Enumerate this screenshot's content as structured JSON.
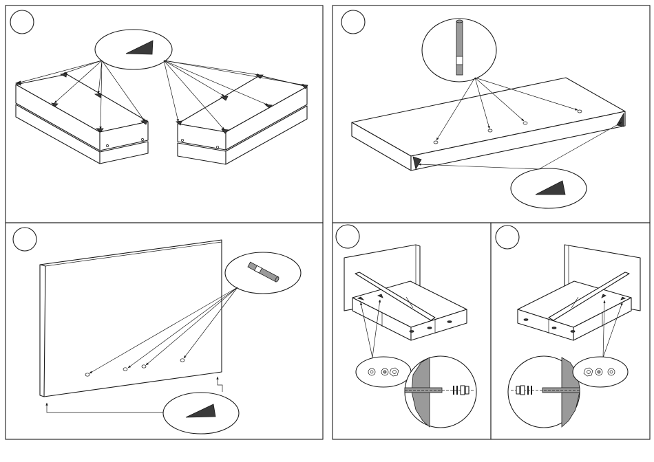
{
  "figure": {
    "kind": "assembly-instructions",
    "text_labels": [],
    "panels": [
      {
        "id": "step-1",
        "part_shown": "corner-bracket",
        "step_number": ""
      },
      {
        "id": "step-2",
        "part_shown": "corner-bracket",
        "step_number": ""
      },
      {
        "id": "step-3",
        "part_shown": "wooden-dowel",
        "step_number": ""
      },
      {
        "id": "step-4",
        "part_shown": "threaded-rod-bolt-washer-nut",
        "step_number": ""
      },
      {
        "id": "step-5",
        "part_shown": "threaded-rod-bolt-washer-nut",
        "step_number": ""
      }
    ],
    "colors": {
      "line": "#1a1a1a",
      "part_fill": "#3a3a3a",
      "wall_fill": "#9a9a9a",
      "background": "#ffffff"
    }
  }
}
